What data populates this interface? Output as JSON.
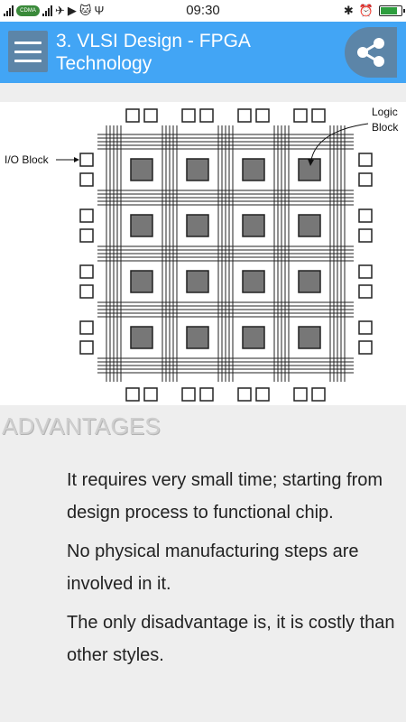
{
  "status_bar": {
    "time": "09:30",
    "carrier": "CDMA",
    "colors": {
      "battery": "#2e9e3e"
    }
  },
  "app_bar": {
    "title": "3. VLSI Design - FPGA Technology",
    "menu_icon": "hamburger-menu-icon",
    "share_icon": "share-icon",
    "colors": {
      "background": "#42a5f5",
      "button": "#5c85a8"
    }
  },
  "diagram": {
    "io_block_label": "I/O Block",
    "logic_block_label_line1": "Logic",
    "logic_block_label_line2": "Block",
    "logic_grid": {
      "rows": 4,
      "cols": 4
    },
    "io_pads_per_side": 8
  },
  "section": {
    "heading": "ADVANTAGES",
    "paragraphs": [
      "It requires very small time; starting from design process to functional chip.",
      "No physical manufacturing steps are involved in it.",
      "The only disadvantage is, it is costly than other styles."
    ]
  }
}
